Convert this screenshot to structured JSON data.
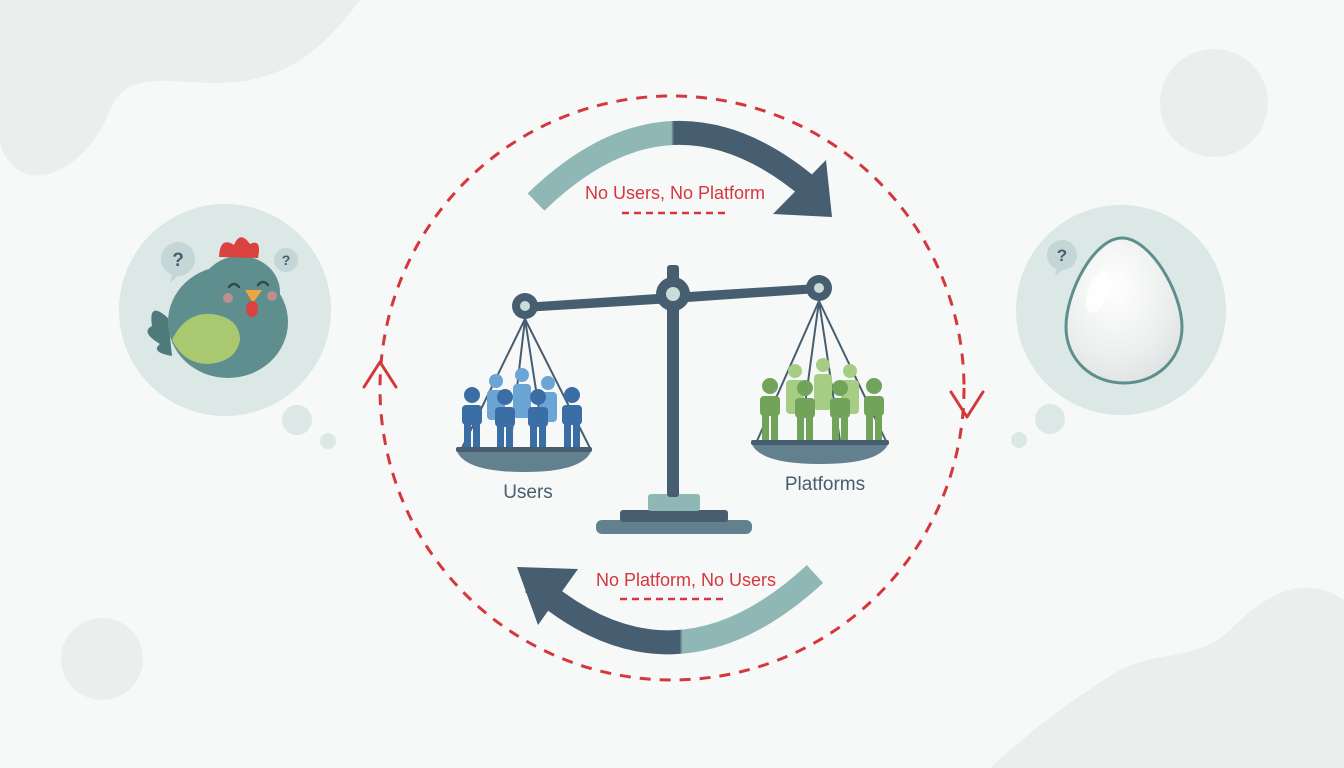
{
  "labels": {
    "top_arrow": "No Users, No Platform",
    "bottom_arrow": "No Platform, No Users",
    "left_pan": "Users",
    "right_pan": "Platforms",
    "question_mark": "?"
  },
  "icons": {
    "chicken": "chicken-icon",
    "egg": "egg-icon",
    "scale": "balance-scale-icon",
    "users_group": "people-group-icon",
    "platforms_group": "people-group-icon",
    "cycle": "dashed-cycle-icon"
  },
  "colors": {
    "background": "#f7f8f8",
    "accent_red": "#d4373c",
    "slate": "#475d70",
    "teal_light": "#8fb7b5",
    "bubble": "#dbe8e6",
    "users_blue": "#3a6ea5",
    "users_light_blue": "#6aa5d6",
    "platforms_green": "#72a35a",
    "platforms_light_green": "#a6cd84",
    "chicken_body": "#5f8e8f",
    "chicken_wing": "#a9c870",
    "chicken_comb": "#d9423e"
  }
}
